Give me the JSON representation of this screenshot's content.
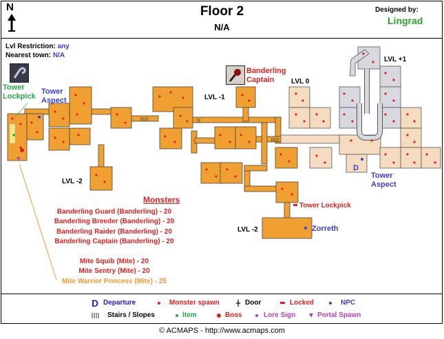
{
  "header": {
    "north": "N",
    "title": "Floor 2",
    "subtitle": "N/A",
    "designed_label": "Designed by:",
    "designer": "Lingrad",
    "lvl_restriction_label": "Lvl Restriction:",
    "lvl_restriction_value": "any",
    "nearest_town_label": "Nearest town:",
    "nearest_town_value": "N/A"
  },
  "map_labels": {
    "tower_lockpick_left": [
      "Tower",
      "Lockpick"
    ],
    "tower_aspect_left": [
      "Tower",
      "Aspect"
    ],
    "banderling_captain": [
      "Banderling",
      "Captain"
    ],
    "lvl_0": "LVL 0",
    "lvl_plus1": "LVL +1",
    "lvl_minus1": "LVL -1",
    "lvl_minus2_left": "LVL -2",
    "lvl_minus2_right": "LVL -2",
    "tower_aspect_right": [
      "Tower",
      "Aspect"
    ],
    "tower_lockpick_right": "Tower Lockpick",
    "zorreth": "Zorreth",
    "departure_marker": "D"
  },
  "monsters": {
    "heading": "Monsters",
    "banderling": [
      "Banderling Guard (Banderling) - 20",
      "Banderling Breeder (Banderling) - 20",
      "Banderling Raider (Banderling) - 20",
      "Banderling Captain (Banderling) - 20"
    ],
    "mite": [
      "Mite Squib (Mite) - 20",
      "Mite Sentry (Mite) - 20"
    ],
    "mite_boss": "Mite Warrior Princess (Mite) - 25"
  },
  "legend": {
    "departure_symbol": "D",
    "departure": "Departure",
    "monster_spawn": "Monster spawn",
    "door": "Door",
    "locked": "Locked",
    "npc": "NPC",
    "stairs": "Stairs / Slopes",
    "item": "Item",
    "boss": "Boss",
    "lore_sign": "Lore Sign",
    "portal_spawn": "Portal Spawn"
  },
  "footer": "© ACMAPS - http://www.acmaps.com",
  "colors": {
    "room_orange": "#f0a030",
    "room_light": "#f5dcc0",
    "room_grey": "#d8d8e0",
    "spawn_red": "#e02020",
    "npc_blue": "#3b3bd6",
    "item_green": "#22aa44",
    "boss_orange": "#f29a30",
    "lore_purple": "#b040b0"
  }
}
